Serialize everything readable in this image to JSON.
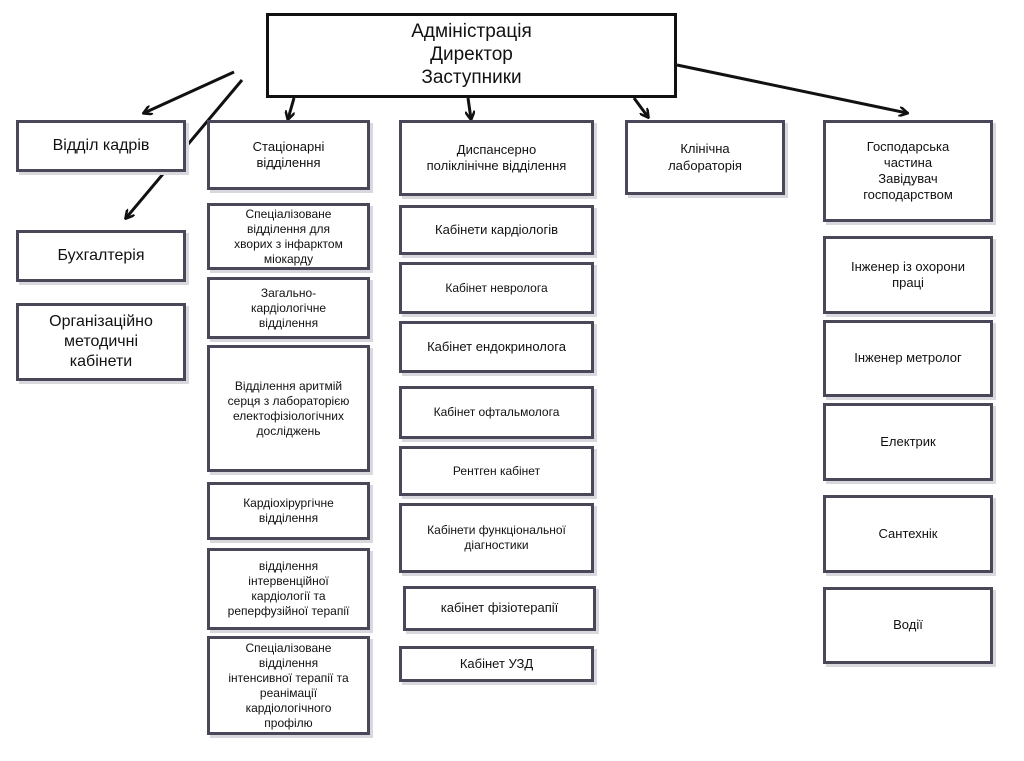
{
  "admin": "Адміністрація\nДиректор\nЗаступники",
  "left": {
    "hr": "Відділ кадрів",
    "accounting": "Бухгалтерія",
    "methodical": "Організаційно\nметодичні\nкабінети"
  },
  "inpatient": {
    "header": "Стаціонарні\nвідділення",
    "items": [
      "Спеціалізоване\nвідділення для\nхворих з інфарктом\nміокарду",
      "Загально-\nкардіологічне\nвідділення",
      "Відділення аритмій\nсерця з лабораторією\nелектофізіологічних\nдосліджень",
      "Кардіохірургічне\nвідділення",
      "відділення\nінтервенційної\nкардіології та\nреперфузійної терапії",
      "Спеціалізоване\nвідділення\nінтенсивної терапії та\nреанімації\nкардіологічного\nпрофілю"
    ]
  },
  "outpatient": {
    "header": "Диспансерно\nполіклінічне відділення",
    "items": [
      "Кабінети кардіологів",
      "Кабінет невролога",
      "Кабінет ендокринолога",
      "Кабінет офтальмолога",
      "Рентген кабінет",
      "Кабінети функціональної\nдіагностики",
      "кабінет фізіотерапії",
      "Кабінет УЗД"
    ]
  },
  "lab": "Клінічна\nлабораторія",
  "household": {
    "header": "Господарська\nчастина\nЗавідувач\nгосподарством",
    "items": [
      "Інженер із охорони\nпраці",
      "Інженер метролог",
      "Електрик",
      "Сантехнік",
      "Водії"
    ]
  }
}
